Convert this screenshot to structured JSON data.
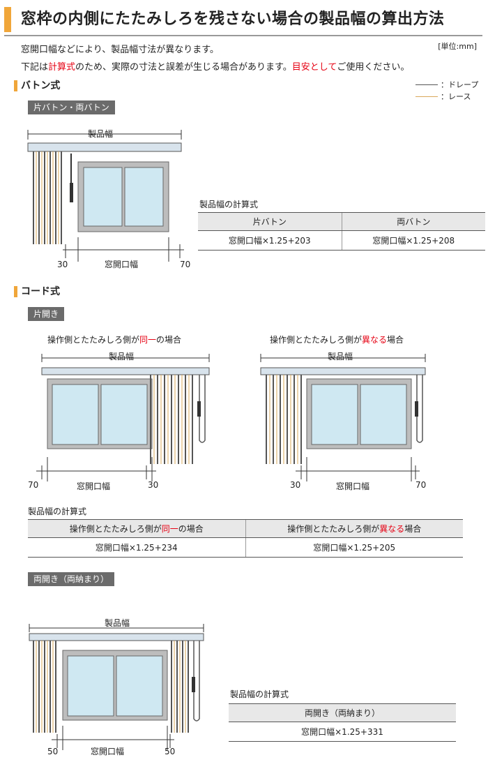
{
  "header": {
    "title": "窓枠の内側にたたみしろを残さない場合の製品幅の算出方法",
    "unit": "[単位:mm]"
  },
  "intro": {
    "line1": "窓開口幅などにより、製品幅寸法が異なります。",
    "line2_a": "下記は",
    "line2_b": "計算式",
    "line2_c": "のため、実際の寸法と誤差が生じる場合があります。",
    "line2_d": "目安として",
    "line2_e": "ご使用ください。"
  },
  "legend": {
    "drape": "：ドレープ",
    "lace": "：レース",
    "drape_color": "#555555",
    "lace_color": "#d9a85a"
  },
  "baton": {
    "title": "バトン式",
    "tag": "片バトン・両バトン",
    "product_width": "製品幅",
    "opening_width": "窓開口幅",
    "left_dim": "30",
    "right_dim": "70",
    "formula_title": "製品幅の計算式",
    "headers": [
      "片バトン",
      "両バトン"
    ],
    "values": [
      "窓開口幅×1.25+203",
      "窓開口幅×1.25+208"
    ]
  },
  "cord": {
    "title": "コード式",
    "tag_single": "片開き",
    "case_same_a": "操作側とたたみしろ側が",
    "case_same_b": "同一",
    "case_same_c": "の場合",
    "case_diff_a": "操作側とたたみしろ側が",
    "case_diff_b": "異なる",
    "case_diff_c": "場合",
    "product_width": "製品幅",
    "opening_width": "窓開口幅",
    "same_left_dim": "70",
    "same_right_dim": "30",
    "diff_left_dim": "30",
    "diff_right_dim": "70",
    "formula_title": "製品幅の計算式",
    "values": [
      "窓開口幅×1.25+234",
      "窓開口幅×1.25+205"
    ],
    "tag_double": "両開き（両納まり）",
    "double_product_width": "製品幅",
    "double_opening_width": "窓開口幅",
    "double_left_dim": "50",
    "double_right_dim": "50",
    "double_formula_title": "製品幅の計算式",
    "double_header": "両開き（両納まり）",
    "double_value": "窓開口幅×1.25+331"
  }
}
